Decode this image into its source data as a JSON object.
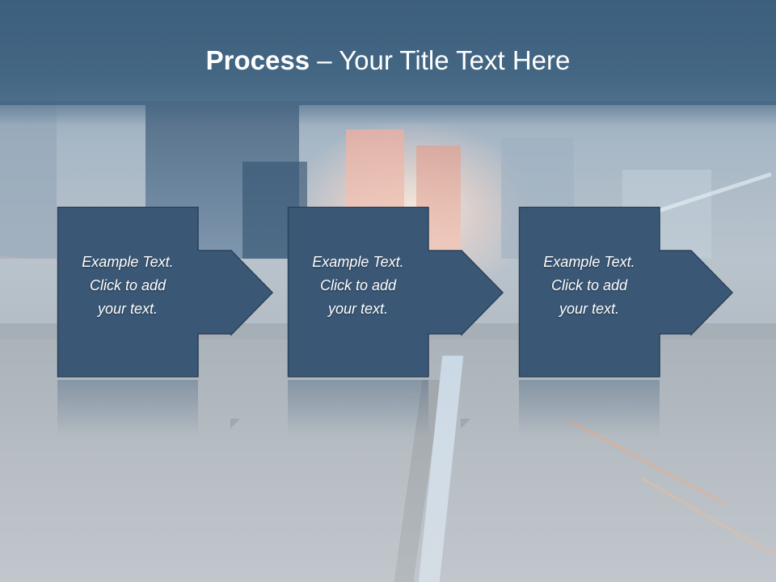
{
  "slide": {
    "title": {
      "bold": "Process",
      "rest": " – Your Title Text Here"
    },
    "steps": [
      {
        "lines": [
          "Example Text.",
          "Click  to add",
          "your text."
        ]
      },
      {
        "lines": [
          "Example Text.",
          "Click  to add",
          "your text."
        ]
      },
      {
        "lines": [
          "Example Text.",
          "Click  to add",
          "your text."
        ]
      }
    ],
    "colors": {
      "header": "#436683",
      "box_fill": "#3a5876",
      "box_border": "#2b4058",
      "text": "#ffffff"
    }
  }
}
